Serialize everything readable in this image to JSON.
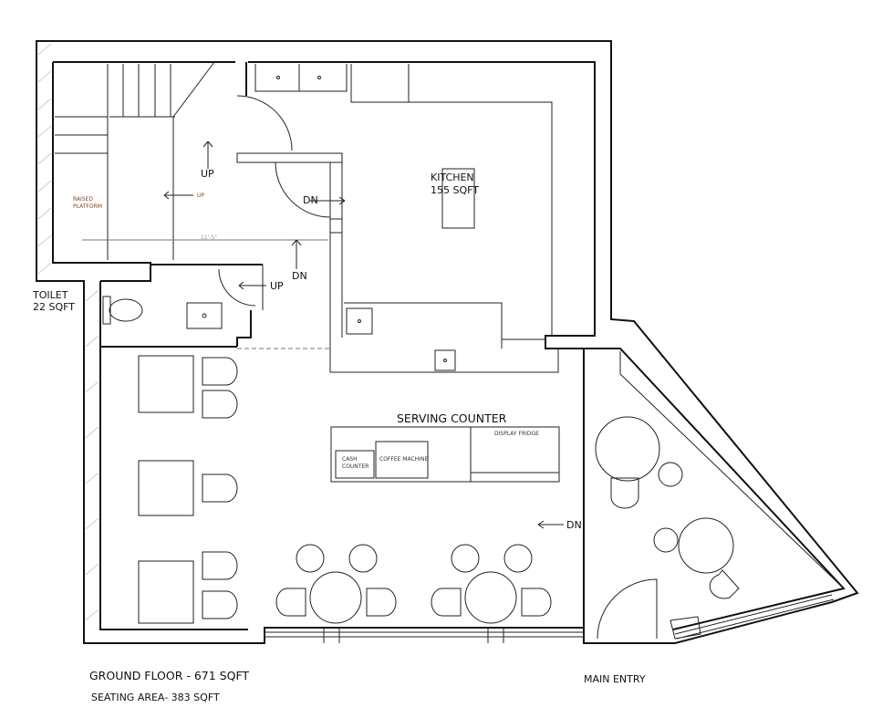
{
  "plan": {
    "kitchen": {
      "name": "KITCHEN",
      "area": "155 SQFT"
    },
    "toilet": {
      "name": "TOILET",
      "area": "22 SQFT"
    },
    "raised_platform": {
      "line1": "RAISED",
      "line2": "PLATFORM"
    },
    "dimension": "11'-5\"",
    "serving_counter": "SERVING COUNTER",
    "cash_counter": {
      "line1": "CASH",
      "line2": "COUNTER"
    },
    "coffee_machine": "COFFEE MACHINE",
    "display_fridge": "DISPLAY FRIDGE",
    "stairs": {
      "up": "UP",
      "dn": "DN"
    },
    "main_entry": "MAIN ENTRY",
    "ground_floor": "GROUND FLOOR - 671 SQFT",
    "seating_area": "SEATING AREA- 383 SQFT"
  }
}
